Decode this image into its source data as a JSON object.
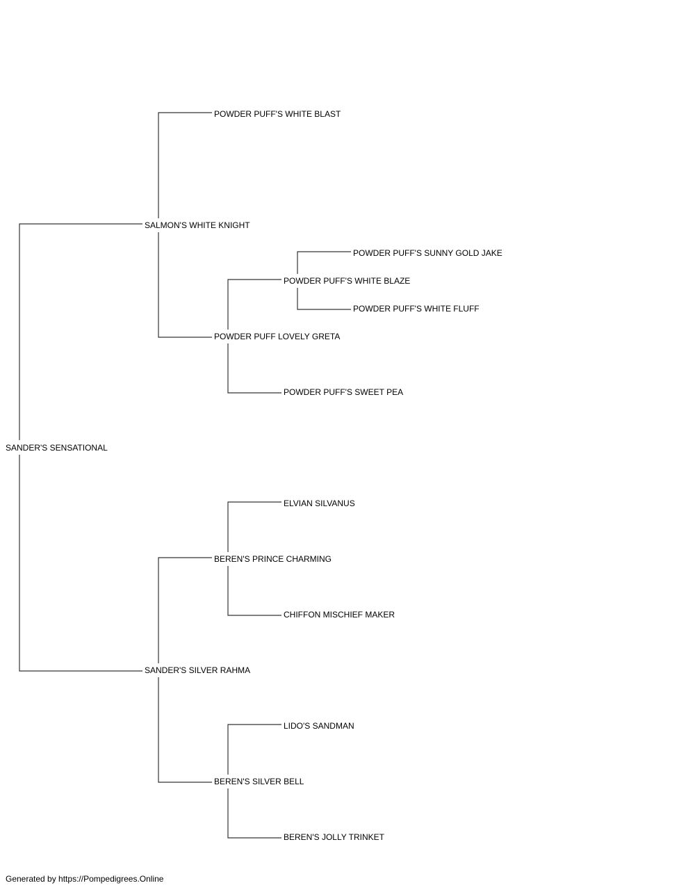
{
  "pedigree": {
    "subject": "SANDER'S SENSATIONAL",
    "sire": "SALMON'S WHITE KNIGHT",
    "dam": "SANDER'S SILVER RAHMA",
    "sire_sire": "POWDER PUFF'S WHITE BLAST",
    "sire_dam": "POWDER PUFF LOVELY GRETA",
    "sire_dam_sire": "POWDER PUFF'S WHITE BLAZE",
    "sire_dam_sire_sire": "POWDER PUFF'S SUNNY GOLD JAKE",
    "sire_dam_sire_dam": "POWDER PUFF'S WHITE FLUFF",
    "sire_dam_dam": "POWDER PUFF'S SWEET PEA",
    "dam_sire": "BEREN'S PRINCE CHARMING",
    "dam_sire_sire": "ELVIAN SILVANUS",
    "dam_sire_dam": "CHIFFON MISCHIEF MAKER",
    "dam_dam": "BEREN'S SILVER BELL",
    "dam_dam_sire": "LIDO'S SANDMAN",
    "dam_dam_dam": "BEREN'S JOLLY TRINKET"
  },
  "footer": "Generated by https://Pompedigrees.Online"
}
